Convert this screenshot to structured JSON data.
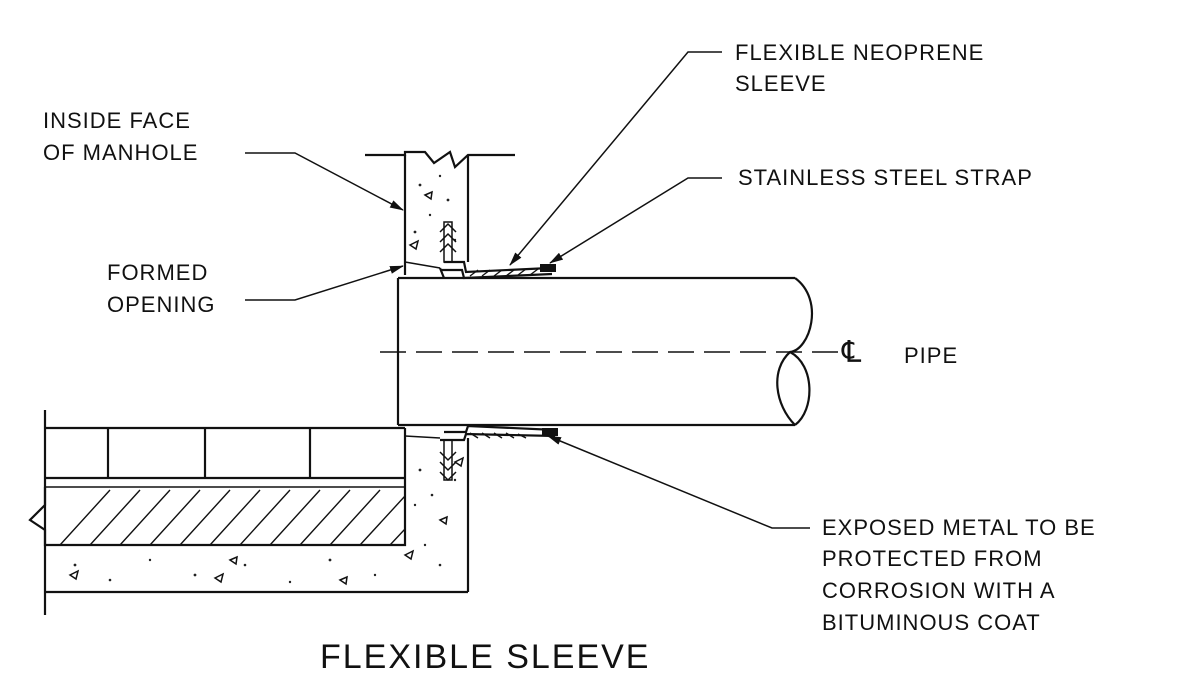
{
  "title": "FLEXIBLE SLEEVE",
  "labels": {
    "inside_face": [
      "INSIDE FACE",
      "OF MANHOLE"
    ],
    "formed_opening": [
      "FORMED",
      "OPENING"
    ],
    "neoprene_sleeve": [
      "FLEXIBLE NEOPRENE",
      "SLEEVE"
    ],
    "steel_strap": [
      "STAINLESS STEEL STRAP"
    ],
    "exposed_metal": [
      "EXPOSED METAL TO BE",
      "PROTECTED FROM",
      "CORROSION WITH A",
      "BITUMINOUS COAT"
    ],
    "centerline_symbol": "℄",
    "pipe": "PIPE"
  }
}
